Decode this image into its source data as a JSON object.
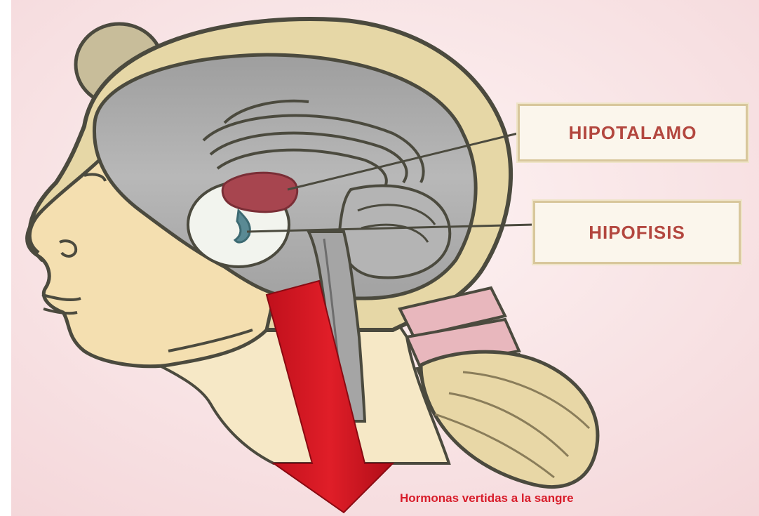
{
  "labels": {
    "hipotalamo": "HIPOTALAMO",
    "hipofisis": "HIPOFISIS"
  },
  "caption": "Hormonas vertidas a la sangre",
  "colors": {
    "background_pink": "#f7dcdf",
    "skin": "#f4dfb0",
    "outline": "#4b4a3e",
    "brain_gray": "#a9a9a9",
    "skull": "#e6d7a6",
    "hypothalamus": "#a7454f",
    "pituitary": "#5a8a94",
    "arrow_red": "#d11521",
    "label_text": "#b3473f",
    "label_border": "#d8c79c"
  }
}
